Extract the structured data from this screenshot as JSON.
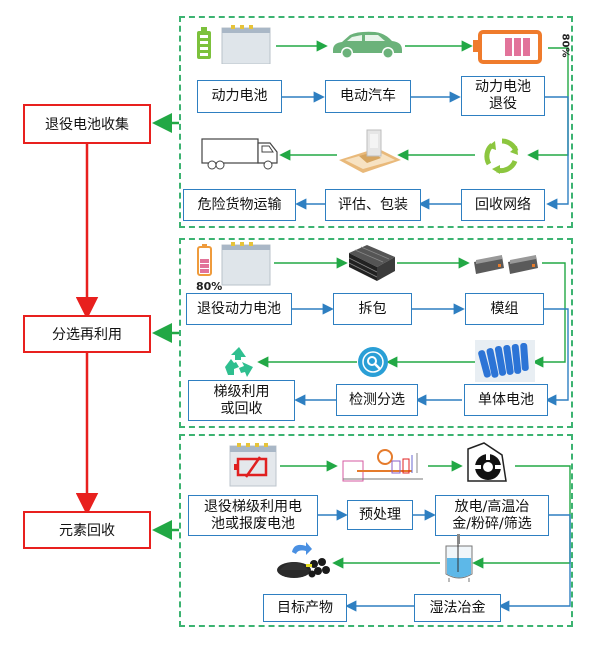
{
  "stages": [
    {
      "label": "退役电池收集"
    },
    {
      "label": "分选再利用"
    },
    {
      "label": "元素回收"
    }
  ],
  "section1": {
    "boxes": [
      "动力电池",
      "电动汽车",
      "动力电池\n退役",
      "回收网络",
      "评估、包装",
      "危险货物运输"
    ],
    "icons": [
      "battery-icon",
      "car-icon",
      "low-battery-icon",
      "recycle-icon",
      "package-inspection-icon",
      "truck-icon"
    ],
    "battery_percent": "80%"
  },
  "section2": {
    "boxes": [
      "退役动力电池",
      "拆包",
      "模组",
      "单体电池",
      "检测分选",
      "梯级利用\n或回收"
    ],
    "icons": [
      "battery-pack-icon",
      "battery-stack-icon",
      "battery-module-icon",
      "cylindrical-cell-icon",
      "inspection-icon",
      "recycle-icon"
    ],
    "battery_percent": "80%"
  },
  "section3": {
    "boxes": [
      "退役梯级利用电\n池或报废电池",
      "预处理",
      "放电/高温冶\n金/粉碎/筛选",
      "湿法冶金",
      "目标产物"
    ],
    "icons": [
      "dead-battery-icon",
      "pretreatment-equipment-icon",
      "crusher-icon",
      "reactor-icon",
      "product-powder-icon"
    ]
  },
  "colors": {
    "stage_border": "#e8201e",
    "process_border": "#2e7fc1",
    "group_border": "#3cb371",
    "green_arrow": "#22a845",
    "blue_arrow": "#2e7fc1",
    "red_arrow": "#e8201e"
  }
}
